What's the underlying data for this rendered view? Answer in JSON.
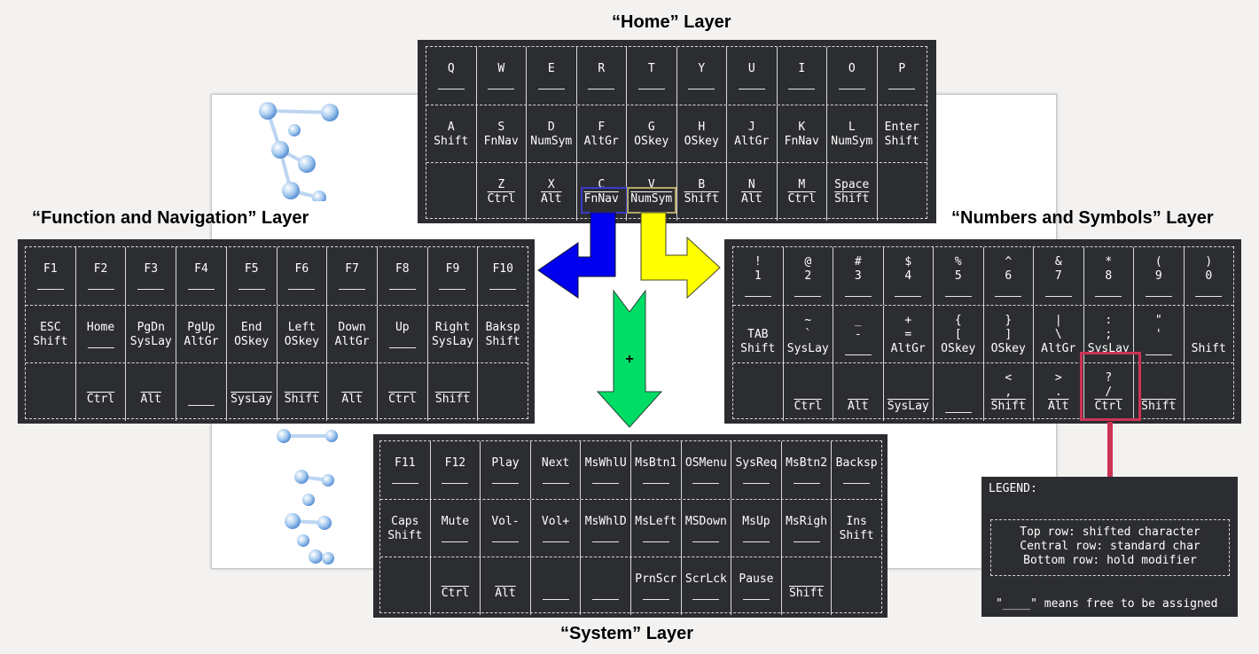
{
  "titles": {
    "home": "“Home” Layer",
    "fnnav": "“Function and Navigation” Layer",
    "numsym": "“Numbers and Symbols” Layer",
    "system": "“System” Layer"
  },
  "plus_label": "+",
  "colors": {
    "panel_bg": "#2c2d30",
    "arrow_left": "#0000ee",
    "arrow_right": "#ffff00",
    "arrow_down": "#00dd66",
    "legend_pointer": "#cc3355",
    "highlight_fnnav": "#3a3acc",
    "highlight_numsym": "#b4a86a",
    "highlight_ctrl": "#cc3355"
  },
  "legend": {
    "title": "LEGEND:",
    "line1": "Top row: shifted character",
    "line2": "Central row: standard char",
    "line3": "Bottom row: hold modifier",
    "footer": "\"____\" means free to be assigned"
  },
  "layers": {
    "home": {
      "rows": [
        [
          [
            "Q",
            ""
          ],
          [
            "W",
            ""
          ],
          [
            "E",
            ""
          ],
          [
            "R",
            ""
          ],
          [
            "T",
            ""
          ],
          [
            "Y",
            ""
          ],
          [
            "U",
            ""
          ],
          [
            "I",
            ""
          ],
          [
            "O",
            ""
          ],
          [
            "P",
            ""
          ]
        ],
        [
          [
            "A",
            "Shift"
          ],
          [
            "S",
            "FnNav"
          ],
          [
            "D",
            "NumSym"
          ],
          [
            "F",
            "AltGr"
          ],
          [
            "G",
            "OSkey"
          ],
          [
            "H",
            "OSkey"
          ],
          [
            "J",
            "AltGr"
          ],
          [
            "K",
            "FnNav"
          ],
          [
            "L",
            "NumSym"
          ],
          [
            "Enter",
            "Shift"
          ]
        ],
        [
          [
            "",
            ""
          ],
          [
            "Z",
            "Ctrl"
          ],
          [
            "X",
            "Alt"
          ],
          [
            "C",
            "FnNav"
          ],
          [
            "V",
            "NumSym"
          ],
          [
            "B",
            "Shift"
          ],
          [
            "N",
            "Alt"
          ],
          [
            "M",
            "Ctrl"
          ],
          [
            "Space",
            "Shift"
          ],
          [
            "",
            ""
          ]
        ]
      ]
    },
    "fnnav": {
      "rows": [
        [
          [
            "F1",
            ""
          ],
          [
            "F2",
            ""
          ],
          [
            "F3",
            ""
          ],
          [
            "F4",
            ""
          ],
          [
            "F5",
            ""
          ],
          [
            "F6",
            ""
          ],
          [
            "F7",
            ""
          ],
          [
            "F8",
            ""
          ],
          [
            "F9",
            ""
          ],
          [
            "F10",
            ""
          ]
        ],
        [
          [
            "ESC",
            "Shift"
          ],
          [
            "Home",
            ""
          ],
          [
            "PgDn",
            "SysLay"
          ],
          [
            "PgUp",
            "AltGr"
          ],
          [
            "End",
            "OSkey"
          ],
          [
            "Left",
            "OSkey"
          ],
          [
            "Down",
            "AltGr"
          ],
          [
            "Up",
            ""
          ],
          [
            "Right",
            "SysLay"
          ],
          [
            "Baksp",
            "Shift"
          ]
        ],
        [
          [
            "",
            ""
          ],
          [
            "",
            "Ctrl"
          ],
          [
            "",
            "Alt"
          ],
          [
            "",
            ""
          ],
          [
            "",
            "SysLay"
          ],
          [
            "",
            "Shift"
          ],
          [
            "",
            "Alt"
          ],
          [
            "",
            "Ctrl"
          ],
          [
            "",
            "Shift"
          ],
          [
            "",
            ""
          ]
        ]
      ]
    },
    "numsym": {
      "rows": [
        [
          [
            "!",
            "1",
            ""
          ],
          [
            "@",
            "2",
            ""
          ],
          [
            "#",
            "3",
            ""
          ],
          [
            "$",
            "4",
            ""
          ],
          [
            "%",
            "5",
            ""
          ],
          [
            "^",
            "6",
            ""
          ],
          [
            "&",
            "7",
            ""
          ],
          [
            "*",
            "8",
            ""
          ],
          [
            "(",
            "9",
            ""
          ],
          [
            ")",
            "0",
            ""
          ]
        ],
        [
          [
            "",
            "TAB",
            "Shift"
          ],
          [
            "~",
            "`",
            "SysLay"
          ],
          [
            "_",
            "-",
            ""
          ],
          [
            "+",
            "=",
            "AltGr"
          ],
          [
            "{",
            "[",
            "OSkey"
          ],
          [
            "}",
            "]",
            "OSkey"
          ],
          [
            "|",
            "\\",
            "AltGr"
          ],
          [
            ":",
            ";",
            "SysLay"
          ],
          [
            "\"",
            "'",
            ""
          ],
          [
            "",
            "",
            "Shift"
          ]
        ],
        [
          [
            "",
            "",
            ""
          ],
          [
            "",
            "",
            "Ctrl"
          ],
          [
            "",
            "",
            "Alt"
          ],
          [
            "",
            "",
            "SysLay"
          ],
          [
            "",
            "",
            ""
          ],
          [
            "<",
            ",",
            "Shift"
          ],
          [
            ">",
            ".",
            "Alt"
          ],
          [
            "?",
            "/",
            "Ctrl"
          ],
          [
            "",
            "",
            "Shift"
          ],
          [
            "",
            "",
            ""
          ]
        ]
      ]
    },
    "system": {
      "rows": [
        [
          [
            "F11",
            ""
          ],
          [
            "F12",
            ""
          ],
          [
            "Play",
            ""
          ],
          [
            "Next",
            ""
          ],
          [
            "MsWhlU",
            ""
          ],
          [
            "MsBtn1",
            ""
          ],
          [
            "OSMenu",
            ""
          ],
          [
            "SysReq",
            ""
          ],
          [
            "MsBtn2",
            ""
          ],
          [
            "Backsp",
            ""
          ]
        ],
        [
          [
            "Caps",
            "Shift"
          ],
          [
            "Mute",
            ""
          ],
          [
            "Vol-",
            ""
          ],
          [
            "Vol+",
            ""
          ],
          [
            "MsWhlD",
            ""
          ],
          [
            "MsLeft",
            ""
          ],
          [
            "MSDown",
            ""
          ],
          [
            "MsUp",
            ""
          ],
          [
            "MsRigh",
            ""
          ],
          [
            "Ins",
            "Shift"
          ]
        ],
        [
          [
            "",
            ""
          ],
          [
            "",
            "Ctrl"
          ],
          [
            "",
            "Alt"
          ],
          [
            "",
            ""
          ],
          [
            "",
            ""
          ],
          [
            "PrnScr",
            ""
          ],
          [
            "ScrLck",
            ""
          ],
          [
            "Pause",
            ""
          ],
          [
            "",
            "Shift"
          ],
          [
            "",
            ""
          ]
        ]
      ]
    }
  }
}
